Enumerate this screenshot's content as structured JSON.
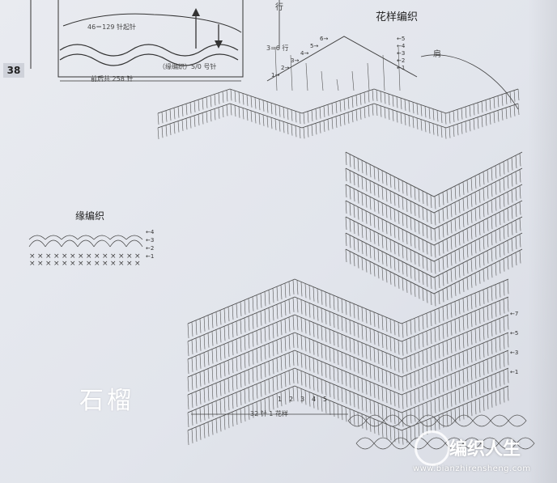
{
  "page": {
    "number": "38"
  },
  "schematic": {
    "top_stitches": "46＝129 针起针",
    "rows": "行",
    "rows_count": "3=6 行",
    "edge_label": "（缘编织）5/0 号针",
    "bottom_stitches": "前后共 258 针"
  },
  "pattern_title": "花样编织",
  "shoulder_label": "肩",
  "edge_title": "缘编织",
  "repeat_label": "32 针 1 花样",
  "watermark_text": "石榴",
  "site_logo": {
    "name": "编织人生",
    "url": "www.bianzhirensheng.com"
  },
  "row_markers": {
    "edge": [
      "4",
      "3",
      "2",
      "1"
    ],
    "top_left": [
      "6",
      "5",
      "4",
      "3",
      "2",
      "1"
    ],
    "top_right": [
      "5",
      "4",
      "3",
      "2",
      "1"
    ],
    "bottom_right": [
      "7",
      "5",
      "3",
      "1"
    ],
    "bottom_left": [
      "1",
      "2",
      "3",
      "4",
      "5"
    ]
  },
  "colors": {
    "paper": "#e6e8ee",
    "ink": "#333333",
    "watermark": "#ffffff"
  }
}
